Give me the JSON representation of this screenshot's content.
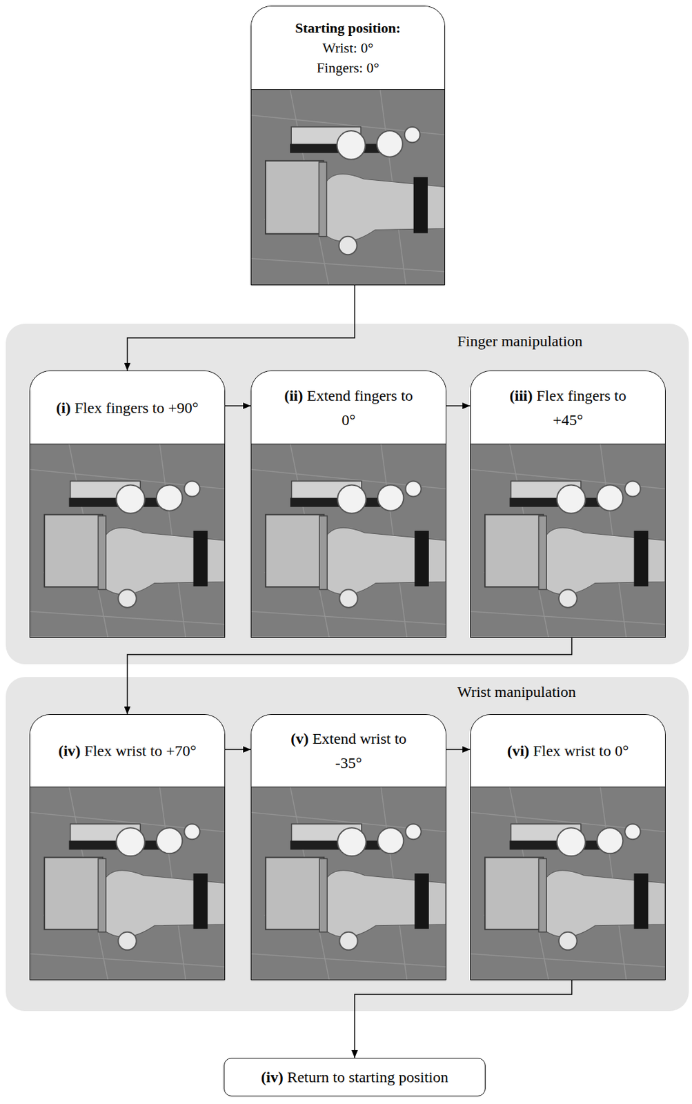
{
  "diagram": {
    "nodes": [
      {
        "text": [
          "Starting position:",
          "Wrist: 0°",
          "Fingers: 0°"
        ]
      },
      {
        "text": [
          "Finger manipulation"
        ]
      },
      {
        "text": [
          "(i)",
          "Flex fingers to +90°"
        ],
        "in": 1
      },
      {
        "text": [
          "(ii)",
          "Extend fingers to 0°"
        ],
        "in": 1
      },
      {
        "text": [
          "(iii)",
          "Flex fingers to +45°"
        ],
        "in": 1
      },
      {
        "text": [
          "Wrist manipulation"
        ]
      },
      {
        "text": [
          "(iv)",
          "Flex wrist to +70°"
        ],
        "in": 5
      },
      {
        "text": [
          "(v)",
          "Extend wrist to -35°"
        ],
        "in": 5
      },
      {
        "text": [
          "(vi)",
          "Flex wrist to 0°"
        ],
        "in": 5
      },
      {
        "text": [
          "(iv)",
          "Return to starting position"
        ]
      }
    ],
    "edges": [
      {
        "from": 0,
        "to": 2,
        "arrow": "to"
      },
      {
        "from": 2,
        "to": 3,
        "arrow": "to"
      },
      {
        "from": 3,
        "to": 4,
        "arrow": "to"
      },
      {
        "from": 4,
        "to": 6,
        "arrow": "to"
      },
      {
        "from": 6,
        "to": 7,
        "arrow": "to"
      },
      {
        "from": 7,
        "to": 8,
        "arrow": "to"
      },
      {
        "from": 8,
        "to": 9,
        "arrow": "to"
      }
    ]
  }
}
